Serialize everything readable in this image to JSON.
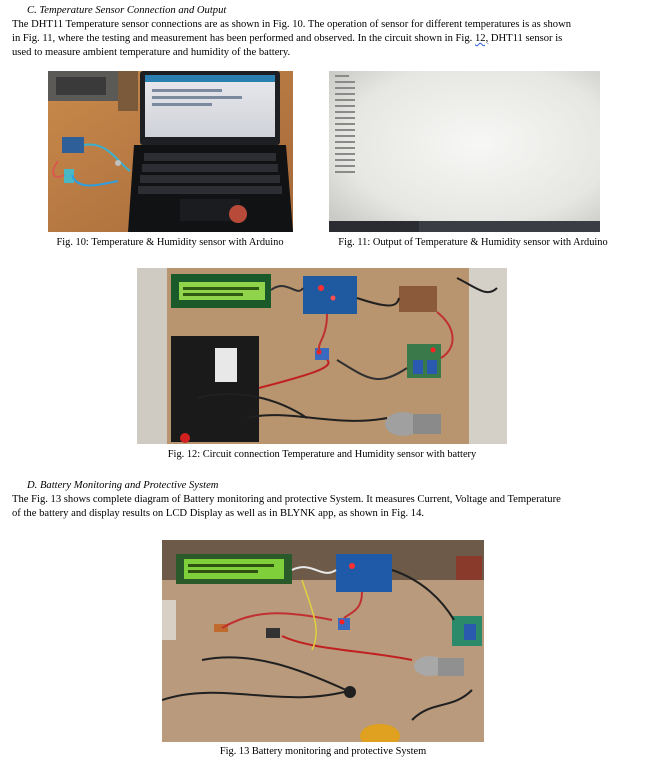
{
  "sectionC": {
    "heading": "C.   Temperature Sensor Connection and Output",
    "para_line1": "The DHT11 Temperature sensor connections are as shown in Fig. 10. The operation of sensor for different temperatures is as shown",
    "para_line2a": "in Fig. 11, where the testing and measurement has been performed and observed. In the circuit shown in Fig. ",
    "para_line2b": "12,",
    "para_line2c": " DHT11 sensor is",
    "para_line3": "used to measure ambient temperature and humidity of the battery."
  },
  "figures": {
    "fig10_caption": "Fig. 10: Temperature & Humidity sensor with Arduino",
    "fig11_caption": "Fig. 11:   Output of Temperature & Humidity sensor with Arduino",
    "fig12_caption": "Fig. 12:  Circuit connection Temperature and Humidity sensor with battery",
    "fig13_caption": "Fig. 13 Battery monitoring and protective System"
  },
  "sectionD": {
    "heading": "D.   Battery Monitoring and Protective System",
    "para_line1": "The Fig. 13 shows complete diagram of Battery monitoring and protective System. It measures Current, Voltage and Temperature",
    "para_line2": "of the battery and display results on LCD Display as well as in BLYNK app, as shown in Fig. 14."
  }
}
